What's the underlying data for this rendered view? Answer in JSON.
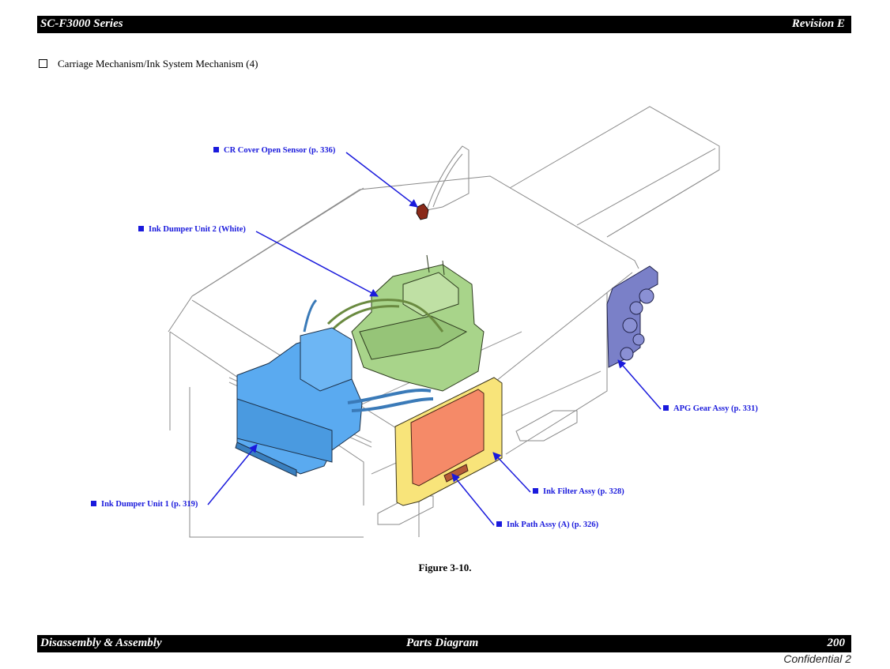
{
  "header": {
    "left": "SC-F3000 Series",
    "right": "Revision E"
  },
  "section": {
    "bullet_icon": "empty-square",
    "title": "Carriage Mechanism/Ink System Mechanism (4)"
  },
  "figure": {
    "caption": "Figure 3-10.",
    "callouts": [
      {
        "id": "cr-cover-open-sensor",
        "label": "CR Cover Open Sensor (p. 336)"
      },
      {
        "id": "ink-dumper-unit-2",
        "label": "Ink Dumper Unit 2 (White)"
      },
      {
        "id": "apg-gear-assy",
        "label": "APG Gear Assy (p. 331)"
      },
      {
        "id": "ink-filter-assy",
        "label": "Ink Filter Assy (p. 328)"
      },
      {
        "id": "ink-path-assy-a",
        "label": "Ink Path Assy (A) (p. 326)"
      },
      {
        "id": "ink-dumper-unit-1",
        "label": "Ink Dumper Unit 1 (p. 319)"
      }
    ],
    "part_colors": {
      "callout": "#1a1adc",
      "ink_dumper_unit_1": "#5aaaf0",
      "ink_dumper_unit_2": "#a8d48a",
      "ink_path_assy": "#f58a68",
      "ink_filter_assy": "#f8e47a",
      "apg_gear_assy": "#7a80c8",
      "cr_cover_sensor": "#8a2a1a"
    }
  },
  "footer": {
    "left": "Disassembly & Assembly",
    "center": "Parts Diagram",
    "page": "200",
    "confidential": "Confidential 2"
  }
}
